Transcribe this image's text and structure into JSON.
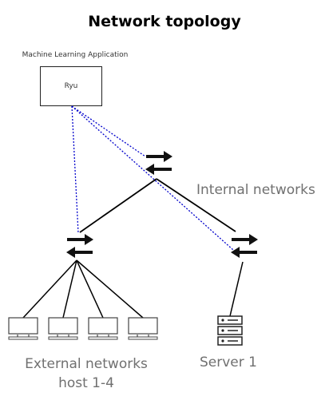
{
  "title": "Network topology",
  "controller": {
    "app_label": "Machine Learning Application",
    "name": "Ryu"
  },
  "labels": {
    "internal": "Internal networks",
    "external_line1": "External networks",
    "external_line2": "host 1-4",
    "server": "Server 1"
  },
  "colors": {
    "link": "#000000",
    "control_link": "#0000cc",
    "label_text": "#707070"
  },
  "icons": {
    "switch": "switch-arrows-icon",
    "host": "monitor-icon",
    "server": "server-rack-icon"
  }
}
